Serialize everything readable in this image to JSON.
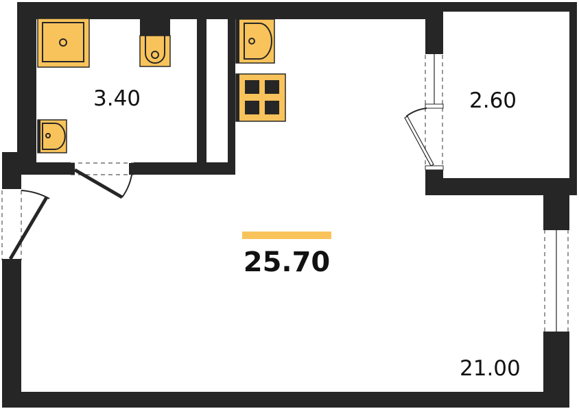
{
  "plan": {
    "total_area": "25.70",
    "rooms": [
      {
        "name": "bathroom",
        "area": "3.40"
      },
      {
        "name": "balcony",
        "area": "2.60"
      },
      {
        "name": "living-room",
        "area": "21.00"
      }
    ]
  },
  "colors": {
    "wall": "#262626",
    "fixture": "#F9C35B",
    "accent_bar": "#F9C35B"
  }
}
